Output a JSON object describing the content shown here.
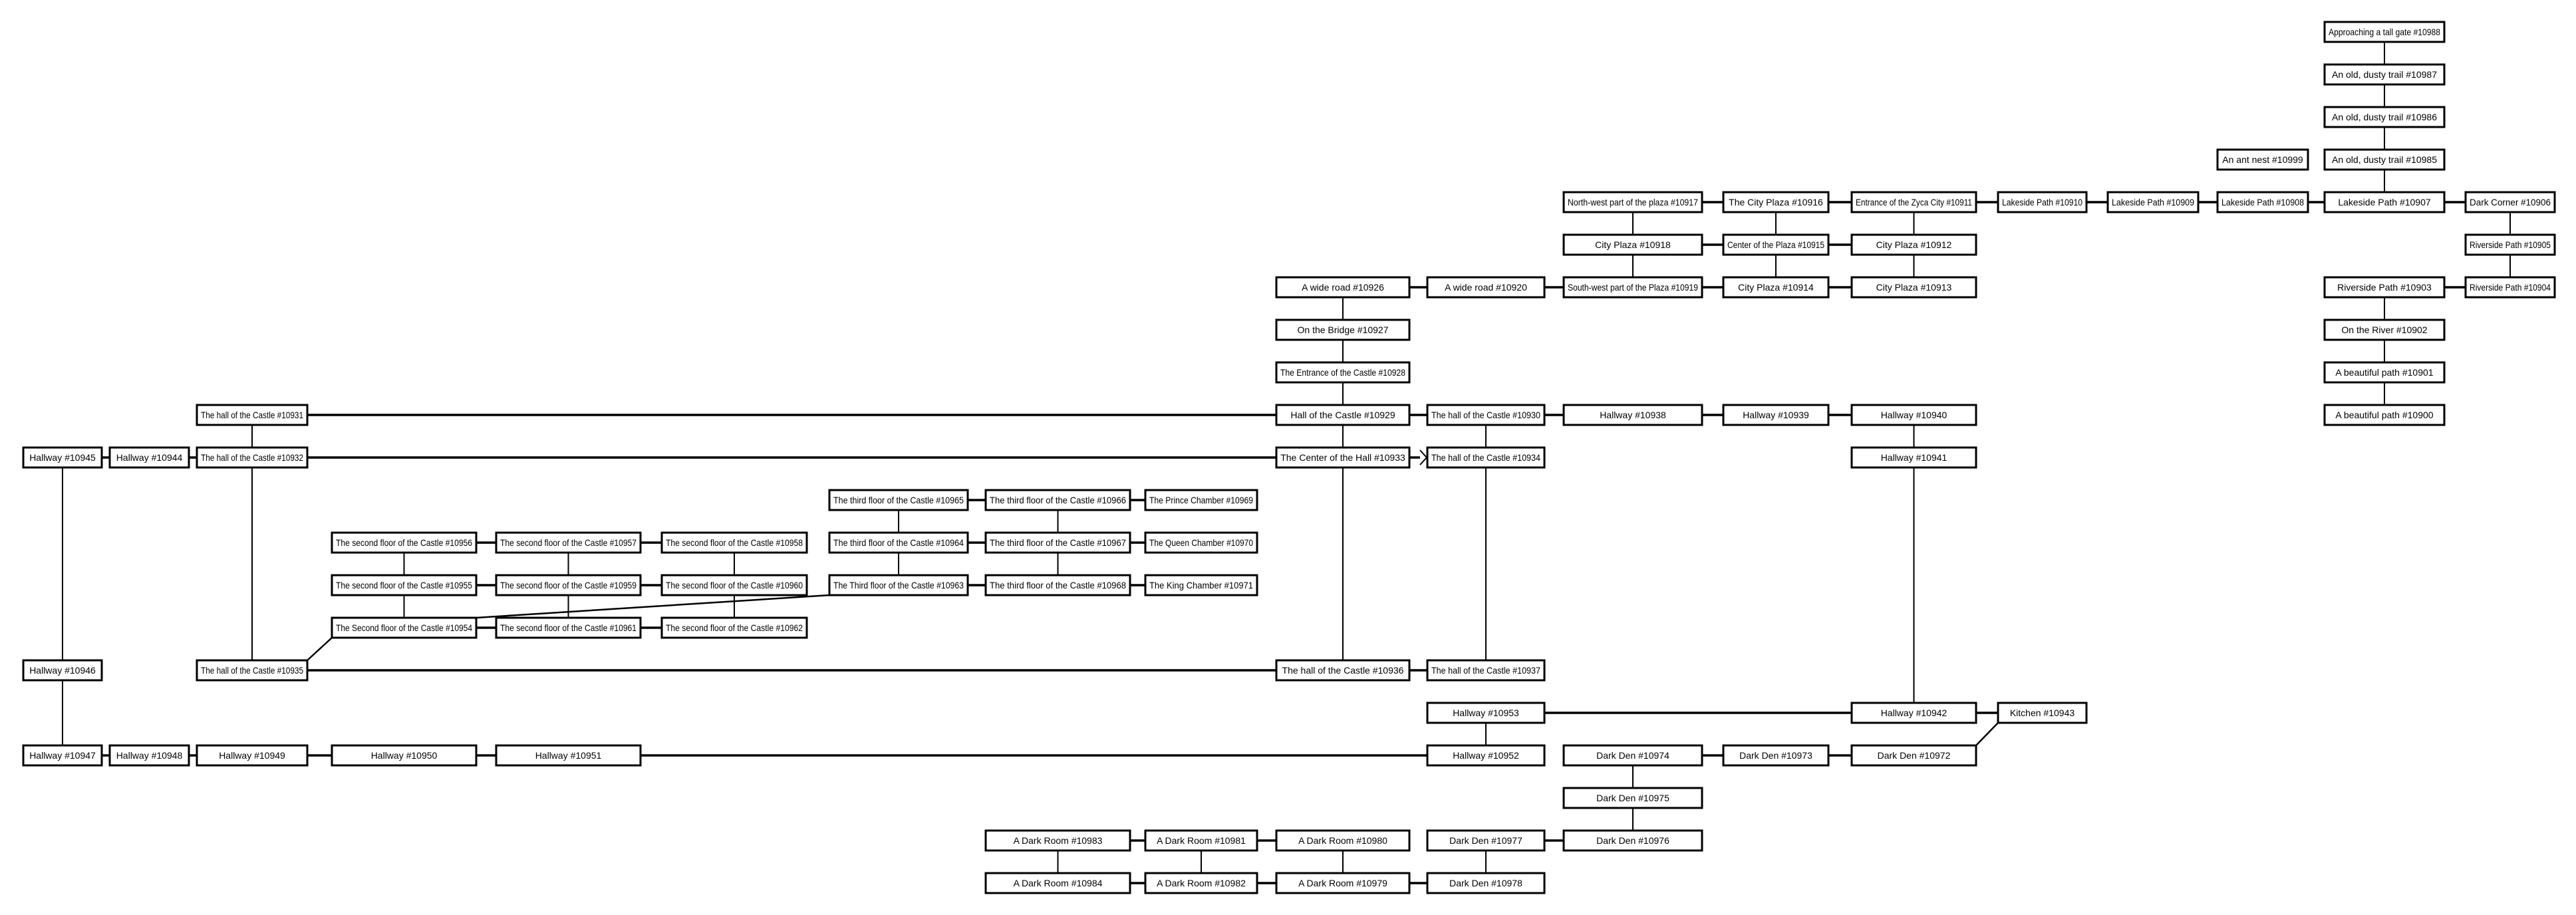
{
  "title": "Room map",
  "colors": {
    "box_fill": "#ffffff",
    "stroke": "#000000",
    "text": "#000000"
  },
  "rooms": [
    {
      "id": "10988",
      "label": "Approaching a tall gate #10988"
    },
    {
      "id": "10987",
      "label": "An old, dusty trail #10987"
    },
    {
      "id": "10986",
      "label": "An old, dusty trail #10986"
    },
    {
      "id": "10985",
      "label": "An old, dusty trail #10985"
    },
    {
      "id": "10999",
      "label": "An ant nest #10999"
    },
    {
      "id": "10917",
      "label": "North-west part of the plaza #10917"
    },
    {
      "id": "10916",
      "label": "The City Plaza #10916"
    },
    {
      "id": "10911",
      "label": "Entrance of the Zyca City #10911"
    },
    {
      "id": "10910",
      "label": "Lakeside Path #10910"
    },
    {
      "id": "10909",
      "label": "Lakeside Path #10909"
    },
    {
      "id": "10908",
      "label": "Lakeside Path #10908"
    },
    {
      "id": "10907",
      "label": "Lakeside Path #10907"
    },
    {
      "id": "10906",
      "label": "Dark Corner #10906"
    },
    {
      "id": "10918",
      "label": "City Plaza #10918"
    },
    {
      "id": "10915",
      "label": "Center of the Plaza #10915"
    },
    {
      "id": "10912",
      "label": "City Plaza #10912"
    },
    {
      "id": "10905",
      "label": "Riverside Path #10905"
    },
    {
      "id": "10926",
      "label": "A wide road #10926"
    },
    {
      "id": "10920",
      "label": "A wide road #10920"
    },
    {
      "id": "10919",
      "label": "South-west part of the Plaza #10919"
    },
    {
      "id": "10914",
      "label": "City Plaza #10914"
    },
    {
      "id": "10913",
      "label": "City Plaza #10913"
    },
    {
      "id": "10903",
      "label": "Riverside Path #10903"
    },
    {
      "id": "10904",
      "label": "Riverside Path #10904"
    },
    {
      "id": "10927",
      "label": "On the Bridge #10927"
    },
    {
      "id": "10902",
      "label": "On the River #10902"
    },
    {
      "id": "10928",
      "label": "The Entrance of the Castle #10928"
    },
    {
      "id": "10901",
      "label": "A beautiful path #10901"
    },
    {
      "id": "10931",
      "label": "The hall of the Castle #10931"
    },
    {
      "id": "10929",
      "label": "Hall of the Castle #10929"
    },
    {
      "id": "10930",
      "label": "The hall of the Castle #10930"
    },
    {
      "id": "10938",
      "label": "Hallway #10938"
    },
    {
      "id": "10939",
      "label": "Hallway #10939"
    },
    {
      "id": "10940",
      "label": "Hallway #10940"
    },
    {
      "id": "10900",
      "label": "A beautiful path #10900"
    },
    {
      "id": "10945",
      "label": "Hallway #10945"
    },
    {
      "id": "10944",
      "label": "Hallway #10944"
    },
    {
      "id": "10932",
      "label": "The hall of the Castle #10932"
    },
    {
      "id": "10933",
      "label": "The Center of the Hall #10933"
    },
    {
      "id": "10934",
      "label": "The hall of the Castle #10934"
    },
    {
      "id": "10941",
      "label": "Hallway #10941"
    },
    {
      "id": "10965",
      "label": "The third floor of the Castle #10965"
    },
    {
      "id": "10966",
      "label": "The third floor of the Castle #10966"
    },
    {
      "id": "10969",
      "label": "The Prince Chamber #10969"
    },
    {
      "id": "10956",
      "label": "The second floor of the Castle #10956"
    },
    {
      "id": "10957",
      "label": "The second floor of the Castle #10957"
    },
    {
      "id": "10958",
      "label": "The second floor of the Castle #10958"
    },
    {
      "id": "10964",
      "label": "The third floor of the Castle #10964"
    },
    {
      "id": "10967",
      "label": "The third floor of the Castle #10967"
    },
    {
      "id": "10970",
      "label": "The Queen Chamber #10970"
    },
    {
      "id": "10955",
      "label": "The second floor of the Castle #10955"
    },
    {
      "id": "10959",
      "label": "The second floor of the Castle #10959"
    },
    {
      "id": "10960",
      "label": "The second floor of the Castle #10960"
    },
    {
      "id": "10963",
      "label": "The Third floor of the Castle #10963"
    },
    {
      "id": "10968",
      "label": "The third floor of the Castle #10968"
    },
    {
      "id": "10971",
      "label": "The King Chamber #10971"
    },
    {
      "id": "10954",
      "label": "The Second floor of the Castle #10954"
    },
    {
      "id": "10961",
      "label": "The second floor of the Castle #10961"
    },
    {
      "id": "10962",
      "label": "The second floor of the Castle #10962"
    },
    {
      "id": "10946",
      "label": "Hallway #10946"
    },
    {
      "id": "10935",
      "label": "The hall of the Castle #10935"
    },
    {
      "id": "10936",
      "label": "The hall of the Castle #10936"
    },
    {
      "id": "10937",
      "label": "The hall of the Castle #10937"
    },
    {
      "id": "10953",
      "label": "Hallway #10953"
    },
    {
      "id": "10942",
      "label": "Hallway #10942"
    },
    {
      "id": "10943",
      "label": "Kitchen #10943"
    },
    {
      "id": "10947",
      "label": "Hallway #10947"
    },
    {
      "id": "10948",
      "label": "Hallway #10948"
    },
    {
      "id": "10949",
      "label": "Hallway #10949"
    },
    {
      "id": "10950",
      "label": "Hallway #10950"
    },
    {
      "id": "10951",
      "label": "Hallway #10951"
    },
    {
      "id": "10952",
      "label": "Hallway #10952"
    },
    {
      "id": "10974",
      "label": "Dark Den #10974"
    },
    {
      "id": "10973",
      "label": "Dark Den #10973"
    },
    {
      "id": "10972",
      "label": "Dark Den #10972"
    },
    {
      "id": "10975",
      "label": "Dark Den #10975"
    },
    {
      "id": "10983",
      "label": "A Dark Room #10983"
    },
    {
      "id": "10981",
      "label": "A Dark Room #10981"
    },
    {
      "id": "10980",
      "label": "A Dark Room #10980"
    },
    {
      "id": "10977",
      "label": "Dark Den #10977"
    },
    {
      "id": "10976",
      "label": "Dark Den #10976"
    },
    {
      "id": "10984",
      "label": "A Dark Room #10984"
    },
    {
      "id": "10982",
      "label": "A Dark Room #10982"
    },
    {
      "id": "10979",
      "label": "A Dark Room #10979"
    },
    {
      "id": "10978",
      "label": "Dark Den #10978"
    }
  ],
  "edges": [
    [
      "10988",
      "10987"
    ],
    [
      "10987",
      "10986"
    ],
    [
      "10986",
      "10985"
    ],
    [
      "10985",
      "10907"
    ],
    [
      "10906",
      "10905"
    ],
    [
      "10905",
      "10904"
    ],
    [
      "10903",
      "10902"
    ],
    [
      "10902",
      "10901"
    ],
    [
      "10901",
      "10900"
    ],
    [
      "10917",
      "10918"
    ],
    [
      "10918",
      "10919"
    ],
    [
      "10916",
      "10915"
    ],
    [
      "10915",
      "10914"
    ],
    [
      "10911",
      "10912"
    ],
    [
      "10912",
      "10913"
    ],
    [
      "10926",
      "10927"
    ],
    [
      "10927",
      "10928"
    ],
    [
      "10928",
      "10929"
    ],
    [
      "10929",
      "10933"
    ],
    [
      "10933",
      "10936"
    ],
    [
      "10930",
      "10934"
    ],
    [
      "10934",
      "10937"
    ],
    [
      "10940",
      "10941"
    ],
    [
      "10941",
      "10942"
    ],
    [
      "10931",
      "10932"
    ],
    [
      "10932",
      "10935"
    ],
    [
      "10945",
      "10946"
    ],
    [
      "10946",
      "10947"
    ],
    [
      "10956",
      "10955"
    ],
    [
      "10955",
      "10954"
    ],
    [
      "10957",
      "10959"
    ],
    [
      "10959",
      "10961"
    ],
    [
      "10958",
      "10960"
    ],
    [
      "10960",
      "10962"
    ],
    [
      "10965",
      "10964"
    ],
    [
      "10964",
      "10963"
    ],
    [
      "10966",
      "10967"
    ],
    [
      "10967",
      "10968"
    ],
    [
      "10953",
      "10952"
    ],
    [
      "10974",
      "10975"
    ],
    [
      "10975",
      "10976"
    ],
    [
      "10983",
      "10984"
    ],
    [
      "10981",
      "10982"
    ],
    [
      "10980",
      "10979"
    ],
    [
      "10977",
      "10978"
    ],
    [
      "10917",
      "10916"
    ],
    [
      "10916",
      "10911"
    ],
    [
      "10911",
      "10910"
    ],
    [
      "10910",
      "10909"
    ],
    [
      "10909",
      "10908"
    ],
    [
      "10908",
      "10907"
    ],
    [
      "10907",
      "10906"
    ],
    [
      "10918",
      "10915"
    ],
    [
      "10915",
      "10912"
    ],
    [
      "10926",
      "10920"
    ],
    [
      "10920",
      "10919"
    ],
    [
      "10919",
      "10914"
    ],
    [
      "10914",
      "10913"
    ],
    [
      "10903",
      "10904"
    ],
    [
      "10931",
      "10929"
    ],
    [
      "10929",
      "10930"
    ],
    [
      "10930",
      "10938"
    ],
    [
      "10938",
      "10939"
    ],
    [
      "10939",
      "10940"
    ],
    [
      "10945",
      "10944"
    ],
    [
      "10944",
      "10932"
    ],
    [
      "10932",
      "10933"
    ],
    [
      "10956",
      "10957"
    ],
    [
      "10957",
      "10958"
    ],
    [
      "10955",
      "10959"
    ],
    [
      "10959",
      "10960"
    ],
    [
      "10954",
      "10961"
    ],
    [
      "10961",
      "10962"
    ],
    [
      "10965",
      "10966"
    ],
    [
      "10966",
      "10969"
    ],
    [
      "10964",
      "10967"
    ],
    [
      "10967",
      "10970"
    ],
    [
      "10963",
      "10968"
    ],
    [
      "10968",
      "10971"
    ],
    [
      "10935",
      "10936"
    ],
    [
      "10936",
      "10937"
    ],
    [
      "10953",
      "10942"
    ],
    [
      "10942",
      "10943"
    ],
    [
      "10947",
      "10948"
    ],
    [
      "10948",
      "10949"
    ],
    [
      "10949",
      "10950"
    ],
    [
      "10950",
      "10951"
    ],
    [
      "10951",
      "10952"
    ],
    [
      "10974",
      "10973"
    ],
    [
      "10973",
      "10972"
    ],
    [
      "10983",
      "10981"
    ],
    [
      "10981",
      "10980"
    ],
    [
      "10977",
      "10976"
    ],
    [
      "10984",
      "10982"
    ],
    [
      "10982",
      "10979"
    ],
    [
      "10979",
      "10978"
    ],
    [
      "10935",
      "10954"
    ],
    [
      "10954",
      "10963"
    ],
    [
      "10943",
      "10972"
    ]
  ],
  "one_way_edges": [
    [
      "10933",
      "10934"
    ]
  ]
}
